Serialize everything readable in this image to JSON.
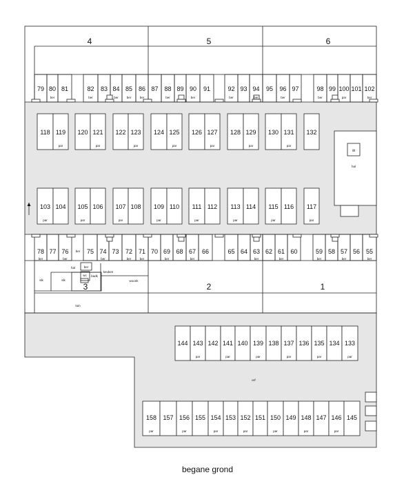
{
  "caption": "begane grond",
  "blocks": [
    "4",
    "5",
    "6",
    "3",
    "2",
    "1"
  ],
  "area_labels": {
    "tuin": "tuin",
    "erf": "erf",
    "hal": "hal",
    "lift": "lift"
  },
  "rooms": {
    "slk1": "slk",
    "slk2": "slk",
    "hal": "hal",
    "ber": "ber",
    "wc": "wc",
    "badk": "badk",
    "keuken": "keuken",
    "woonk": "woonk"
  },
  "rows": {
    "top_units": [
      "79",
      "80",
      "81",
      "82",
      "83",
      "84",
      "85",
      "86",
      "87",
      "88",
      "89",
      "90",
      "91",
      "92",
      "93",
      "94",
      "95",
      "96",
      "97",
      "98",
      "99",
      "100",
      "101",
      "102"
    ],
    "top_sublabels": [
      "",
      "ber",
      "",
      "ber",
      "",
      "ber",
      "ber",
      "ber",
      "",
      "ber",
      "",
      "ber",
      "",
      "ber",
      "",
      "ber",
      "",
      "ber",
      "",
      "ber",
      "",
      "par",
      "",
      "ber"
    ],
    "upper_storage": [
      "118",
      "119",
      "120",
      "121",
      "122",
      "123",
      "124",
      "125",
      "126",
      "127",
      "128",
      "129",
      "130",
      "131",
      "132"
    ],
    "upper_sublabels": [
      "",
      "par",
      "",
      "par",
      "",
      "par",
      "",
      "par",
      "",
      "par",
      "",
      "par",
      "",
      "par",
      ""
    ],
    "lower_storage": [
      "103",
      "104",
      "105",
      "106",
      "107",
      "108",
      "109",
      "110",
      "111",
      "112",
      "113",
      "114",
      "115",
      "116",
      "117"
    ],
    "lower_sublabels": [
      "par",
      "",
      "par",
      "",
      "par",
      "",
      "par",
      "",
      "par",
      "",
      "par",
      "",
      "par",
      "",
      "par"
    ],
    "bottom_units": [
      "78",
      "77",
      "76",
      "75",
      "74",
      "73",
      "72",
      "71",
      "70",
      "69",
      "68",
      "67",
      "66",
      "65",
      "64",
      "63",
      "62",
      "61",
      "60",
      "59",
      "58",
      "57",
      "56",
      "55"
    ],
    "bottom_sublabels": [
      "ber",
      "",
      "ber",
      "",
      "ber",
      "",
      "ber",
      "ber",
      "",
      "ber",
      "",
      "ber",
      "",
      "",
      "",
      "ber",
      "",
      "ber",
      "",
      "ber",
      "",
      "ber",
      "",
      "ber"
    ],
    "bottom_ber_extra": "ber",
    "erf_upper": [
      "144",
      "143",
      "142",
      "141",
      "140",
      "139",
      "138",
      "137",
      "136",
      "135",
      "134",
      "133"
    ],
    "erf_upper_sublabels": [
      "",
      "par",
      "",
      "par",
      "",
      "par",
      "",
      "par",
      "",
      "par",
      "",
      "par"
    ],
    "erf_lower": [
      "158",
      "157",
      "156",
      "155",
      "154",
      "153",
      "152",
      "151",
      "150",
      "149",
      "148",
      "147",
      "146",
      "145"
    ],
    "erf_lower_sublabels": [
      "par",
      "",
      "par",
      "",
      "par",
      "",
      "par",
      "",
      "par",
      "",
      "par",
      "",
      "par",
      ""
    ]
  }
}
